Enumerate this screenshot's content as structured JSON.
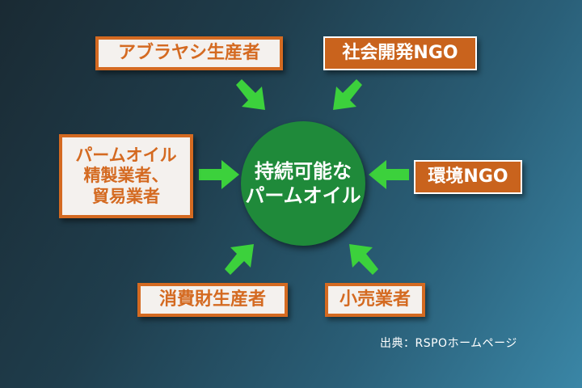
{
  "center": {
    "label": "持続可能な\nパームオイル"
  },
  "stakeholders": [
    {
      "id": "palm-growers",
      "label": "アブラヤシ生産者"
    },
    {
      "id": "social-ngo",
      "label": "社会開発NGO"
    },
    {
      "id": "processors-traders",
      "label": "パームオイル\n精製業者、\n貿易業者"
    },
    {
      "id": "environmental-ngo",
      "label": "環境NGO"
    },
    {
      "id": "consumer-goods",
      "label": "消費財生産者"
    },
    {
      "id": "retailers",
      "label": "小売業者"
    }
  ],
  "source": "出典：RSPOホームページ",
  "colors": {
    "arrow": "#3cd13c",
    "circle": "#1f8a3a",
    "box_orange": "#c9631d",
    "box_light": "#f4f1ee"
  }
}
